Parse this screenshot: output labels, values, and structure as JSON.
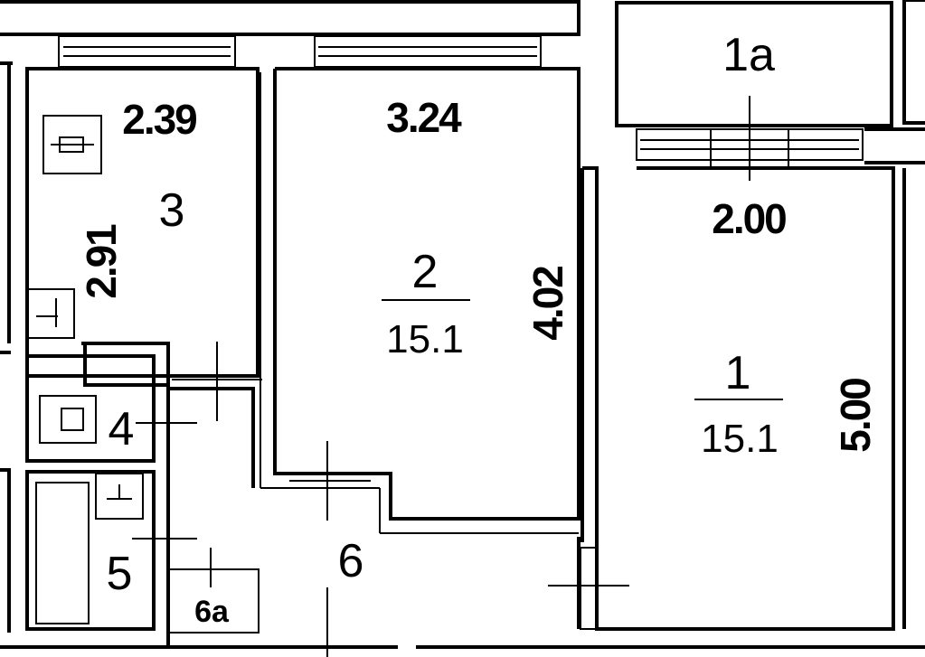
{
  "rooms": {
    "room_1a": {
      "number": "1а"
    },
    "room_1": {
      "number": "1",
      "area": "15.1"
    },
    "room_2": {
      "number": "2",
      "area": "15.1"
    },
    "room_3": {
      "number": "3"
    },
    "room_4": {
      "number": "4"
    },
    "room_5": {
      "number": "5"
    },
    "room_6": {
      "number": "6"
    },
    "room_6a": {
      "number": "6а"
    }
  },
  "dimensions": {
    "room_3_width": "2.39",
    "room_3_depth": "2.91",
    "room_2_width": "3.24",
    "room_2_depth": "4.02",
    "room_1_width": "2.00",
    "room_1_depth": "5.00"
  },
  "colors": {
    "ink": "#000000",
    "paper": "#ffffff"
  }
}
